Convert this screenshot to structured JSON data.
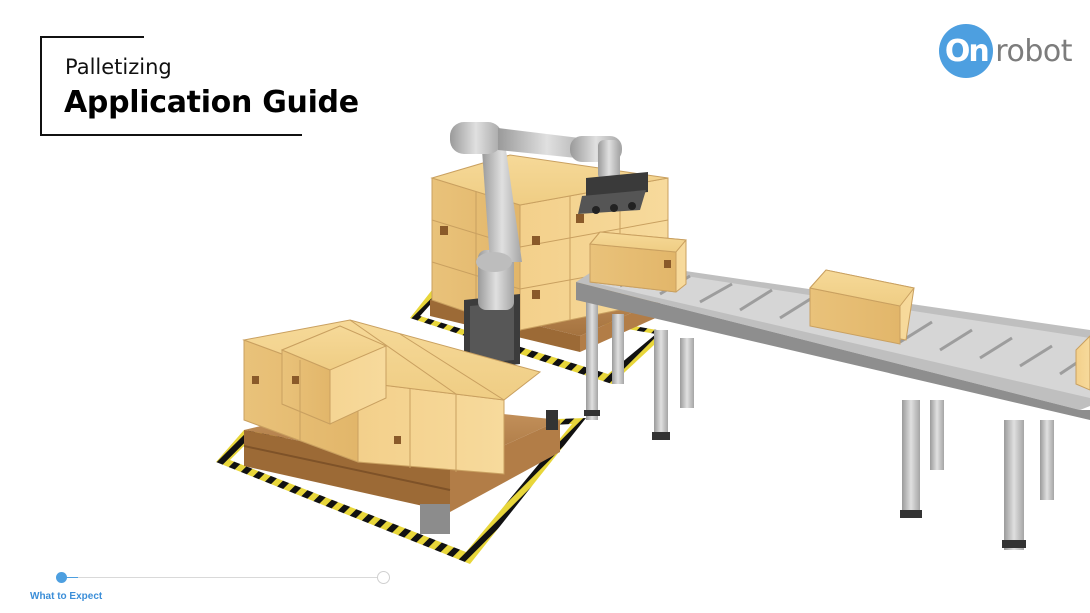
{
  "header": {
    "subtitle": "Palletizing",
    "title": "Application Guide"
  },
  "logo": {
    "mark_text": "On",
    "text": "robot",
    "brand_color": "#4d9fe0"
  },
  "illustration": {
    "icons": [
      "robot-arm-icon",
      "pallet-icon",
      "conveyor-icon",
      "box-icon"
    ]
  },
  "progress": {
    "chapter_label": "What to Expect",
    "fraction": 0.05,
    "accent": "#4d9fe0"
  }
}
